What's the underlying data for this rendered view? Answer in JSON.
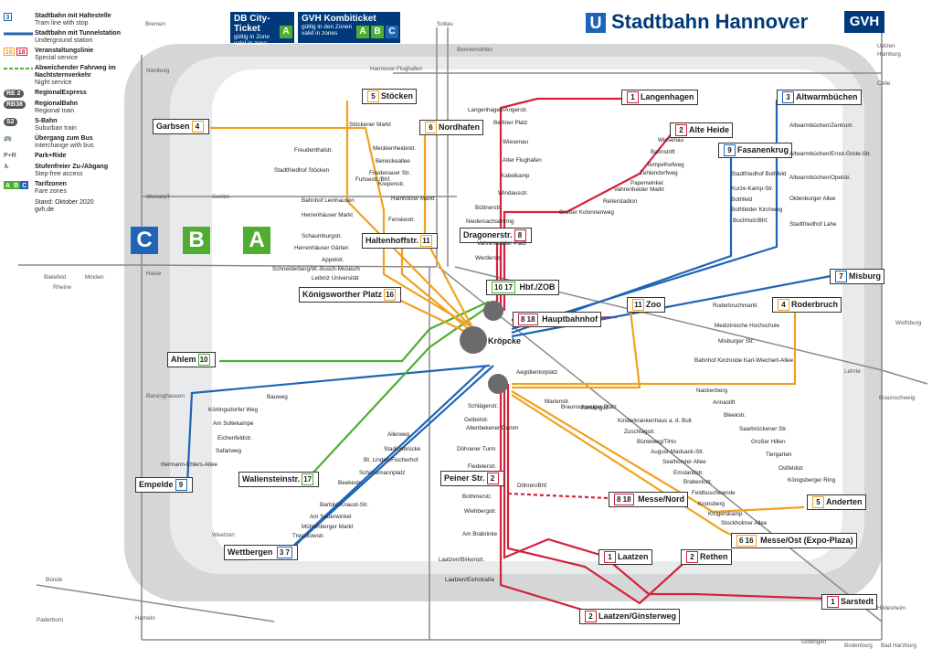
{
  "header": {
    "title": "Stadtbahn Hannover",
    "u_logo": "U",
    "gvh_logo": "GVH",
    "ticket_city": {
      "title": "DB City-Ticket",
      "line1": "gültig in Zone",
      "line2": "valid in zone",
      "zone": "A"
    },
    "ticket_kombi": {
      "title": "GVH Kombiticket",
      "line1": "gültig in den Zonen",
      "line2": "valid in zones",
      "zones": [
        "A",
        "B",
        "C"
      ]
    }
  },
  "legend": {
    "items": [
      {
        "title": "Stadtbahn mit Haltestelle",
        "sub": "Tram line with stop",
        "badge": "3"
      },
      {
        "title": "Stadtbahn mit Tunnelstation",
        "sub": "Underground station"
      },
      {
        "title": "Veranstaltungslinie",
        "sub": "Special service",
        "badges": [
          "16",
          "18"
        ]
      },
      {
        "title": "Abweichender Fahrweg im Nachtsternverkehr",
        "sub": "Night service"
      },
      {
        "title": "RegionalExpress",
        "sub": "",
        "badge": "RE 2"
      },
      {
        "title": "RegionalBahn",
        "sub": "Regional train",
        "badge": "RB38"
      },
      {
        "title": "S-Bahn",
        "sub": "Suburban train",
        "badge": "S2"
      },
      {
        "title": "Übergang zum Bus",
        "sub": "Interchange with bus"
      },
      {
        "title": "Park+Ride",
        "sub": ""
      },
      {
        "title": "Stufenfreier Zu-/Abgang",
        "sub": "Step-free access"
      },
      {
        "title": "Tarifzonen",
        "sub": "Fare zones",
        "badges": [
          "A",
          "B",
          "C"
        ]
      }
    ],
    "stand": "Stand: Oktober 2020",
    "url": "gvh.de"
  },
  "zones": [
    "C",
    "B",
    "A"
  ],
  "colors": {
    "red": "#d4213c",
    "blue": "#1f64b5",
    "green": "#4fae32",
    "orange": "#f0a21f",
    "zoneC": "#d5d6d8",
    "zoneB": "#e9eaeb",
    "zoneA": "#ffffff",
    "navy": "#003a7a"
  },
  "termini": [
    {
      "name": "Langenhagen",
      "line": "1",
      "color": "#d4213c"
    },
    {
      "name": "Alte Heide",
      "line": "2",
      "color": "#d4213c"
    },
    {
      "name": "Altwarmbüchen",
      "line": "3",
      "color": "#1f64b5"
    },
    {
      "name": "Fasanenkrug",
      "line": "9",
      "color": "#1f64b5"
    },
    {
      "name": "Misburg",
      "line": "7",
      "color": "#1f64b5"
    },
    {
      "name": "Roderbruch",
      "line": "4",
      "color": "#f0a21f"
    },
    {
      "name": "Zoo",
      "line": "11",
      "color": "#f0a21f"
    },
    {
      "name": "Stöcken",
      "line": "5",
      "color": "#f0a21f"
    },
    {
      "name": "Nordhafen",
      "line": "6",
      "color": "#f0a21f"
    },
    {
      "name": "Garbsen",
      "line": "4",
      "color": "#f0a21f"
    },
    {
      "name": "Haltenhoffstr.",
      "line": "11",
      "color": "#f0a21f"
    },
    {
      "name": "Königsworther Platz",
      "line": "16",
      "color": "#f0a21f"
    },
    {
      "name": "Ahlem",
      "line": "10",
      "color": "#4fae32"
    },
    {
      "name": "Empelde",
      "line": "9",
      "color": "#1f64b5"
    },
    {
      "name": "Wallensteinstr.",
      "line": "17",
      "color": "#4fae32"
    },
    {
      "name": "Wettbergen",
      "line": "3 7",
      "color": "#1f64b5"
    },
    {
      "name": "Dragonerstr.",
      "line": "8",
      "color": "#d4213c"
    },
    {
      "name": "Hbf./ZOB",
      "line": "10 17",
      "color": "#4fae32"
    },
    {
      "name": "Hauptbahnhof",
      "line": "8 18",
      "color": "#d4213c"
    },
    {
      "name": "Peiner Str.",
      "line": "2",
      "color": "#d4213c"
    },
    {
      "name": "Messe/Nord",
      "line": "8 18",
      "color": "#d4213c"
    },
    {
      "name": "Laatzen",
      "line": "1",
      "color": "#d4213c"
    },
    {
      "name": "Rethen",
      "line": "2",
      "color": "#d4213c"
    },
    {
      "name": "Laatzen/Ginsterweg",
      "line": "2",
      "color": "#d4213c"
    },
    {
      "name": "Sarstedt",
      "line": "1",
      "color": "#d4213c"
    },
    {
      "name": "Messe/Ost (Expo-Plaza)",
      "line": "6 16",
      "color": "#f0a21f"
    },
    {
      "name": "Anderten",
      "line": "5",
      "color": "#f0a21f"
    },
    {
      "name": "Kröpcke",
      "line": "",
      "color": "#333333"
    }
  ],
  "stations": {
    "north_red": [
      "Langenhagen/Angerstr.",
      "Berliner Platz",
      "Wiesenau",
      "Alter Flughafen",
      "Kabelkamp",
      "Windausstr.",
      "Büttnerstr.",
      "Niedersachsenring",
      "Vahrenwalder Platz",
      "Werderstr.",
      "Großer Kolonnenweg",
      "Reiterstadion",
      "Vahrenheider Markt",
      "Papenwinkel",
      "Zehlendorfweg",
      "Tempelhofweg",
      "Bahnstrift",
      "Wiesenau"
    ],
    "east": [
      "Altwarmbüchen/Zentrum",
      "Altwarmbüchen/Ernst-Grote-Str.",
      "Altwarmbüchen/Opelstr.",
      "Oldenburger Allee",
      "Stadtfriedhof Lahe",
      "Stadtfriedhof Bothfeld",
      "Kurze-Kamp-Str.",
      "Bothfeld",
      "Bothfelder Kirchweg",
      "Buchholz/Bhf."
    ],
    "west": [
      "Freudenthalstr.",
      "Stadtfriedhof Stöcken",
      "Bahnhof Leinhausen",
      "Herrenhäuser Markt",
      "Schaumburgstr.",
      "Herrenhäuser Gärten",
      "Appelstr.",
      "Schneiderberg/W.-Busch-Museum",
      "Leibniz Universität",
      "Mecklenheidestr.",
      "Beneckeallee",
      "Friedenauer Str.",
      "Krepenstr.",
      "Hainhölzer Markt",
      "Fenskestr.",
      "Fuhsestr./Bhf.",
      "Stöckener Markt"
    ],
    "south": [
      "Aegidientorplatz",
      "Marienstr.",
      "Braunschweiger Platz",
      "Schlägerstr.",
      "Geibelstr.",
      "Altenbekener Damm",
      "Döhrener Turm",
      "Fiedelerstr.",
      "Bothmerstr.",
      "Wiehbergstr.",
      "Am Brabrinke",
      "Laatzen/Birkenstr.",
      "Laatzen/Eichstraße",
      "Döhren/Bhf."
    ],
    "southwest": [
      "Bauweg",
      "Körtingsdorfer Weg",
      "Am Soltekampe",
      "Eichenfeldstr.",
      "Safariweg",
      "Hermann-Ehlers-Allee",
      "Allerweg",
      "Stadionbrücke",
      "Bt. Linden/Fischerhof",
      "Schünemannplatz",
      "Beekestr.",
      "Bartold-Knaust-Str.",
      "Am Sauerwinkel",
      "Mühlenberger Markt",
      "Tresckowstr."
    ],
    "southeast": [
      "Kerstingstr.",
      "Kinderkrankenhaus a. d. Bult",
      "Zuschlagstr.",
      "Bünteweg/TiHo",
      "August-Madsack-Str.",
      "Seelhorster Allee",
      "Emslandstr.",
      "Brabeckstr.",
      "Feldbuschwende",
      "Kronsberg",
      "Krügerskamp",
      "Stockholmer Allee",
      "Nackenberg",
      "Annastift",
      "Bleekstr.",
      "Saarbrückener Str.",
      "Großer Hillen",
      "Tiergarten",
      "Ostfeldstr.",
      "Königsberger Ring",
      "Roderbruchmarkt",
      "Medizinische Hochschule",
      "Misburger Str.",
      "Bahnhof Kirchrode Karl-Wiechert-Allee"
    ]
  },
  "edges": [
    "Bremen",
    "Soltau",
    "Bennemühlen",
    "Hannover Flughafen",
    "Nienburg",
    "Wunstorf",
    "Seelze",
    "Haste",
    "Minden",
    "Bielefeld",
    "Rheine",
    "Barsinghausen",
    "Weetzen",
    "Bünde",
    "Paderborn",
    "Hameln",
    "Celle",
    "Uelzen",
    "Hamburg",
    "Wolfsburg",
    "Lehrte",
    "Braunschweig",
    "Hildesheim",
    "Göttingen",
    "Bodenburg",
    "Bad Harzburg"
  ]
}
